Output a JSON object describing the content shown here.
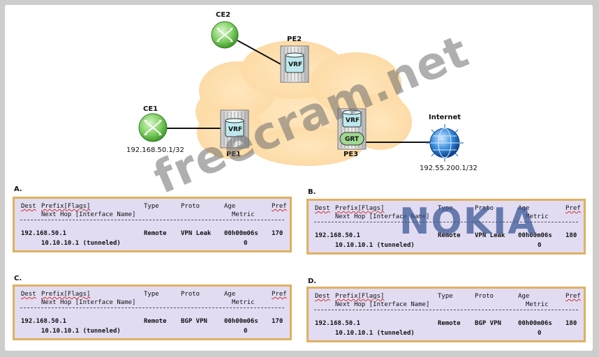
{
  "nodes": {
    "ce2": "CE2",
    "pe2": "PE2",
    "ce1": "CE1",
    "pe1": "PE1",
    "pe3": "PE3",
    "internet": "Internet",
    "vrf": "VRF",
    "grt": "GRT"
  },
  "addresses": {
    "ce1": "192.168.50.1/32",
    "internet": "192.55.200.1/32"
  },
  "table_header": {
    "dest": "Dest",
    "prefix": "Prefix[Flags]",
    "type": "Type",
    "proto": "Proto",
    "age": "Age",
    "pref": "Pref",
    "nexthop": "Next Hop [Interface Name]",
    "metric": "Metric"
  },
  "options": [
    {
      "letter": "A.",
      "prefix": "192.168.50.1",
      "type": "Remote",
      "proto": "VPN Leak",
      "age": "00h00m06s",
      "pref": "170",
      "nexthop": "10.10.10.1 (tunneled)",
      "metric": "0"
    },
    {
      "letter": "B.",
      "prefix": "192.168.50.1",
      "type": "Remote",
      "proto": "VPN Leak",
      "age": "00h00m06s",
      "pref": "180",
      "nexthop": "10.10.10.1 (tunneled)",
      "metric": "0"
    },
    {
      "letter": "C.",
      "prefix": "192.168.50.1",
      "type": "Remote",
      "proto": "BGP VPN",
      "age": "00h00m06s",
      "pref": "170",
      "nexthop": "10.10.10.1 (tunneled)",
      "metric": "0"
    },
    {
      "letter": "D.",
      "prefix": "192.168.50.1",
      "type": "Remote",
      "proto": "BGP VPN",
      "age": "00h00m06s",
      "pref": "180",
      "nexthop": "10.10.10.1 (tunneled)",
      "metric": "0"
    }
  ],
  "watermarks": {
    "site": "freecram.net",
    "brand": "NOKIA"
  }
}
